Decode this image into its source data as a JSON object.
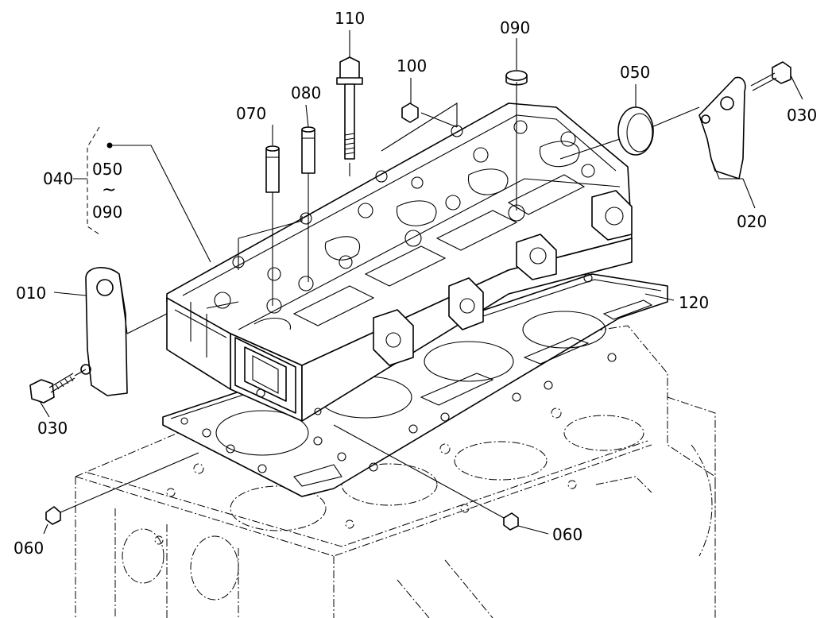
{
  "parts": {
    "p010": "010",
    "p020": "020",
    "p030_left": "030",
    "p030_right": "030",
    "p040": "040",
    "p050_group": "050",
    "p050": "050",
    "p060_left": "060",
    "p060_right": "060",
    "p070": "070",
    "p080": "080",
    "p090_group": "090",
    "p090": "090",
    "p100": "100",
    "p110": "110",
    "p120": "120",
    "tilde": "~"
  }
}
